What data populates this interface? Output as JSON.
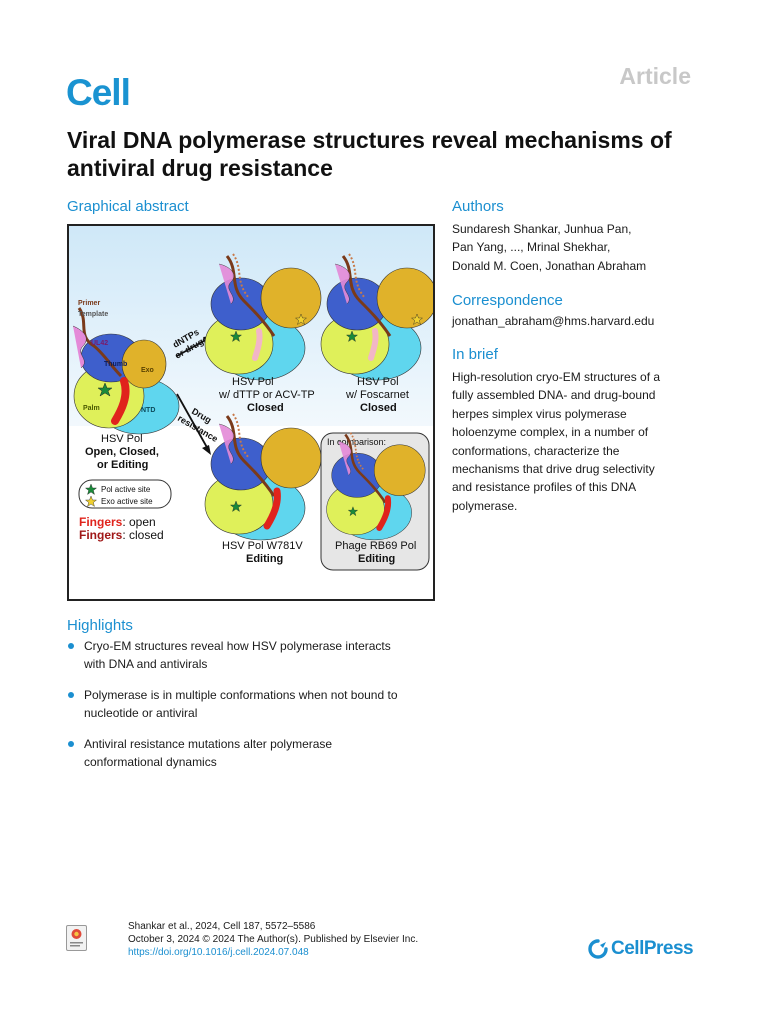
{
  "header": {
    "journal_logo": "Cell",
    "article_type": "Article"
  },
  "title": "Viral DNA polymerase structures reveal mechanisms of antiviral drug resistance",
  "graphical_abstract": {
    "heading": "Graphical abstract",
    "labels": {
      "primer": "Primer",
      "template": "Template",
      "ul42": "UL42",
      "thumb": "Thumb",
      "exo": "Exo",
      "palm": "Palm",
      "ntd": "NTD",
      "arrow_dntps_1": "dNTPs",
      "arrow_dntps_2": "or drugs",
      "arrow_drug_1": "Drug",
      "arrow_drug_2": "resistance",
      "hsv_pol": "HSV Pol",
      "hsv_pol_state_1": "Open, Closed,",
      "hsv_pol_state_2": "or Editing",
      "dttp_1": "HSV Pol",
      "dttp_2": "w/ dTTP or ACV-TP",
      "dttp_state": "Closed",
      "fos_1": "HSV Pol",
      "fos_2": "w/ Foscarnet",
      "fos_state": "Closed",
      "w781v": "HSV Pol W781V",
      "w781v_state": "Editing",
      "comparison": "In comparison:",
      "rb69": "Phage RB69 Pol",
      "rb69_state": "Editing",
      "legend_pol": "Pol active site",
      "legend_exo": "Exo active site",
      "fingers_open_word": "Fingers",
      "fingers_open_suffix": ": open",
      "fingers_closed_word": "Fingers",
      "fingers_closed_suffix": ": closed"
    },
    "colors": {
      "thumb": "#3e5fcc",
      "exo": "#e0b22a",
      "palm": "#dff05a",
      "ntd": "#5fd6ee",
      "ul42": "#e48ad8",
      "fingers_open": "#e0231c",
      "fingers_closed": "#a01818",
      "dna": "#7a3a1a",
      "background_top": "#dbeef9"
    }
  },
  "authors": {
    "heading": "Authors",
    "lines": [
      "Sundaresh Shankar, Junhua Pan,",
      "Pan Yang, ..., Mrinal Shekhar,",
      "Donald M. Coen, Jonathan Abraham"
    ]
  },
  "correspondence": {
    "heading": "Correspondence",
    "email": "jonathan_abraham@hms.harvard.edu"
  },
  "in_brief": {
    "heading": "In brief",
    "lines": [
      "High-resolution cryo-EM structures of a",
      "fully assembled DNA- and drug-bound",
      "herpes simplex virus polymerase",
      "holoenzyme complex, in a number of",
      "conformations, characterize the",
      "mechanisms that drive drug selectivity",
      "and resistance profiles of this DNA",
      "polymerase."
    ]
  },
  "highlights": {
    "heading": "Highlights",
    "items": [
      {
        "line1": "Cryo-EM structures reveal how HSV polymerase interacts",
        "line2": "with DNA and antivirals"
      },
      {
        "line1": "Polymerase is in multiple conformations when not bound to",
        "line2": "nucleotide or antiviral"
      },
      {
        "line1": "Antiviral resistance mutations alter polymerase",
        "line2": "conformational dynamics"
      }
    ]
  },
  "footer": {
    "citation": "Shankar et al., 2024, Cell 187, 5572–5586",
    "date_line": "October 3, 2024 © 2024 The Author(s). Published by Elsevier Inc.",
    "doi": "https://doi.org/10.1016/j.cell.2024.07.048",
    "publisher_logo": "CellPress"
  }
}
